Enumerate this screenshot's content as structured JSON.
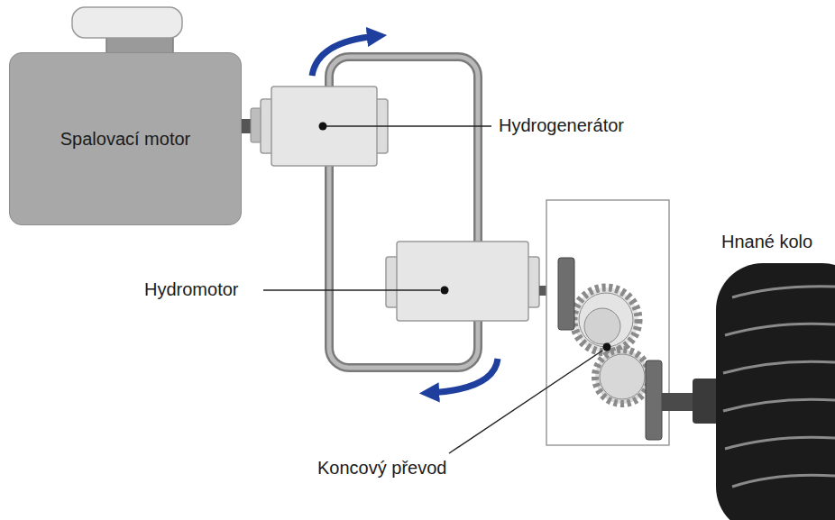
{
  "diagram": {
    "nodes": [
      {
        "text": [
          "Spalovací motor"
        ]
      }
    ],
    "labels": [
      "Hydrogenerátor",
      "Hydromotor",
      "Koncový převod",
      "Hnané kolo"
    ]
  }
}
